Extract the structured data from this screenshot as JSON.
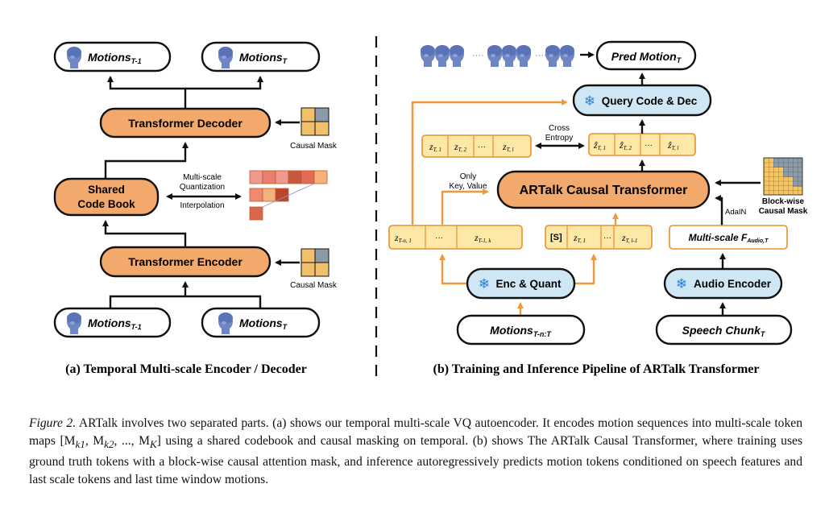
{
  "panel_a": {
    "top_left": "Motions",
    "top_left_sub": "T-1",
    "top_right": "Motions",
    "top_right_sub": "T",
    "decoder": "Transformer Decoder",
    "causal_mask_top": "Causal Mask",
    "codebook_line1": "Shared",
    "codebook_line2": "Code Book",
    "msq_line1": "Multi-scale",
    "msq_line2": "Quantization",
    "interpolation": "Interpolation",
    "encoder": "Transformer Encoder",
    "causal_mask_bottom": "Causal Mask",
    "bottom_left": "Motions",
    "bottom_left_sub": "T-1",
    "bottom_right": "Motions",
    "bottom_right_sub": "T",
    "title": "(a) Temporal Multi-scale Encoder / Decoder"
  },
  "panel_b": {
    "pred_motion": "Pred Motion",
    "pred_motion_sub": "T",
    "query_code_dec": "Query Code & Dec",
    "cross_line1": "Cross",
    "cross_line2": "Entropy",
    "gt_tokens": [
      "z",
      "z",
      "···",
      "z"
    ],
    "gt_subs": [
      "T, 1",
      "T, 2",
      "",
      "T, l"
    ],
    "pred_tokens": [
      "ẑ",
      "ẑ",
      "···",
      "ẑ"
    ],
    "pred_subs": [
      "T, 1",
      "T, 2",
      "",
      "T, l"
    ],
    "only_line1": "Only",
    "only_line2": "Key, Value",
    "causal_transformer": "ARTalk Causal Transformer",
    "blockwise_line1": "Block-wise",
    "blockwise_line2": "Causal Mask",
    "adain": "AdaIN",
    "past_tokens": [
      "z",
      "···",
      "z"
    ],
    "past_subs": [
      "T-n, 1",
      "",
      "T-1, k"
    ],
    "start_token": "[S]",
    "cur_tokens": [
      "z",
      "···",
      "z"
    ],
    "cur_subs": [
      "T, 1",
      "",
      "T, l-1"
    ],
    "audio_feat": "Multi-scale F",
    "audio_feat_sub": "Audio,T",
    "enc_quant": "Enc & Quant",
    "audio_encoder": "Audio Encoder",
    "motions_input": "Motions",
    "motions_input_sub": "T-n:T",
    "speech_chunk": "Speech Chunk",
    "speech_chunk_sub": "T",
    "title": "(b) Training and Inference Pipeline of ARTalk Transformer"
  },
  "caption": {
    "label": "Figure 2.",
    "text_1": "ARTalk involves two separated parts. (a) shows our temporal multi-scale VQ autoencoder. It encodes motion sequences into multi-scale token maps [M",
    "k1": "k1",
    "text_2": ", M",
    "k2": "k2",
    "text_3": ", ..., M",
    "kK": "K",
    "text_4": "] using a shared codebook and causal masking on temporal. (b) shows The ARTalk Causal Transformer, where training uses ground truth tokens with a block-wise causal attention mask, and inference autoregressively predicts motion tokens conditioned on speech features and last scale tokens and last time window motions."
  },
  "colors": {
    "orange": "#f2a96b",
    "blue": "#cfe7f5",
    "token_fill": "#fde8a8",
    "orange_arrow": "#ee9a3c"
  }
}
